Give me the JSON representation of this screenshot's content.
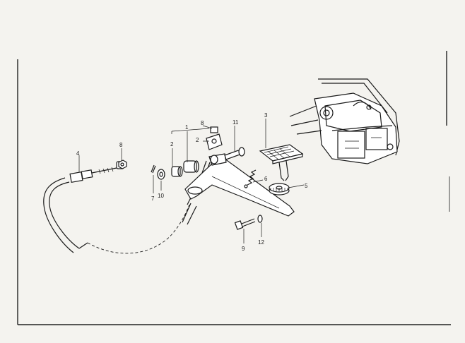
{
  "callouts": {
    "n1": "1",
    "n2a": "2",
    "n2b": "2",
    "n3": "3",
    "n4": "4",
    "n5": "5",
    "n6": "6",
    "n7": "7",
    "n8a": "8",
    "n8b": "8",
    "n9": "9",
    "n10": "10",
    "n11": "11",
    "n12": "12"
  },
  "colors": {
    "paper": "#f4f3ef",
    "ink": "#1a1a1a",
    "frame": "#222222"
  }
}
